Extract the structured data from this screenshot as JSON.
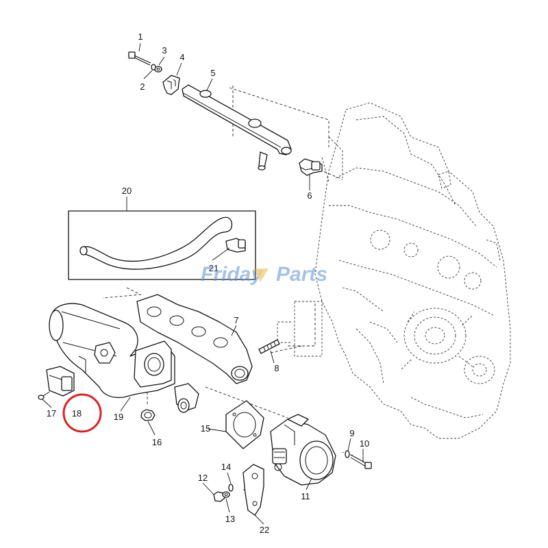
{
  "watermark": {
    "text_a": "Friday",
    "text_b": "Parts",
    "color": "#5b8fd6",
    "accent": "#e8a317"
  },
  "highlight": {
    "color": "#e02020",
    "target_label": "18"
  },
  "labels": [
    {
      "id": "1",
      "text": "1"
    },
    {
      "id": "2",
      "text": "2"
    },
    {
      "id": "3",
      "text": "3"
    },
    {
      "id": "4",
      "text": "4"
    },
    {
      "id": "5",
      "text": "5"
    },
    {
      "id": "6",
      "text": "6"
    },
    {
      "id": "7",
      "text": "7"
    },
    {
      "id": "8",
      "text": "8"
    },
    {
      "id": "9",
      "text": "9"
    },
    {
      "id": "10",
      "text": "10"
    },
    {
      "id": "11",
      "text": "11"
    },
    {
      "id": "12",
      "text": "12"
    },
    {
      "id": "13",
      "text": "13"
    },
    {
      "id": "14",
      "text": "14"
    },
    {
      "id": "15",
      "text": "15"
    },
    {
      "id": "16",
      "text": "16"
    },
    {
      "id": "17",
      "text": "17"
    },
    {
      "id": "18",
      "text": "18"
    },
    {
      "id": "19",
      "text": "19"
    },
    {
      "id": "20",
      "text": "20"
    },
    {
      "id": "21",
      "text": "21"
    },
    {
      "id": "22",
      "text": "22"
    }
  ]
}
